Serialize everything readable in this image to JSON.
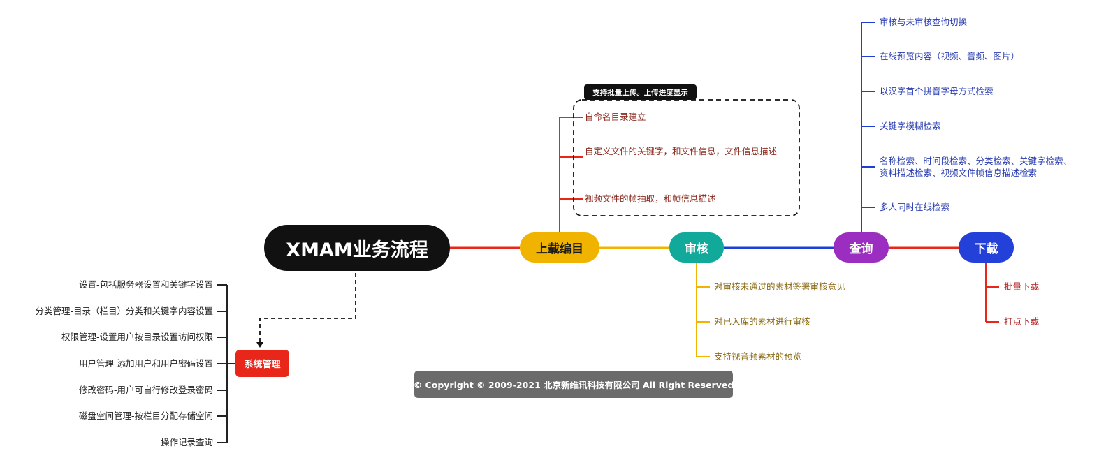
{
  "root": "XMAM业务流程",
  "branches": {
    "upload": {
      "label": "上载编目",
      "tag": "支持批量上传。上传进度显示",
      "items": [
        "自命名目录建立",
        "自定义文件的关键字，和文件信息，文件信息描述",
        "视频文件的帧抽取，和帧信息描述"
      ]
    },
    "review": {
      "label": "审核",
      "items": [
        "对审核未通过的素材签署审核意见",
        "对已入库的素材进行审核",
        "支持视音频素材的预览"
      ]
    },
    "query": {
      "label": "查询",
      "items": [
        "审核与未审核查询切换",
        "在线预览内容（视频、音频、图片）",
        "以汉字首个拼音字母方式检索",
        "关键字模糊检索",
        "名称检索、时间段检索、分类检索、关键字检索、资料描述检索、视频文件帧信息描述检索",
        "多人同时在线检索"
      ]
    },
    "download": {
      "label": "下载",
      "items": [
        "批量下载",
        "打点下载"
      ]
    },
    "system": {
      "label": "系统管理",
      "items": [
        "设置-包括服务器设置和关键字设置",
        "分类管理-目录（栏目）分类和关键字内容设置",
        "权限管理-设置用户按目录设置访问权限",
        "用户管理-添加用户和用户密码设置",
        "修改密码-用户可自行修改登录密码",
        "磁盘空间管理-按栏目分配存储空间",
        "操作记录查询"
      ]
    }
  },
  "copyright": "© Copyright © 2009-2021 北京新维讯科技有限公司 All Right Reserved",
  "colors": {
    "root": "#111111",
    "upload": "#f0b400",
    "review": "#10a99a",
    "query": "#9b2ec0",
    "download": "#2340d8",
    "system": "#e8271a"
  }
}
